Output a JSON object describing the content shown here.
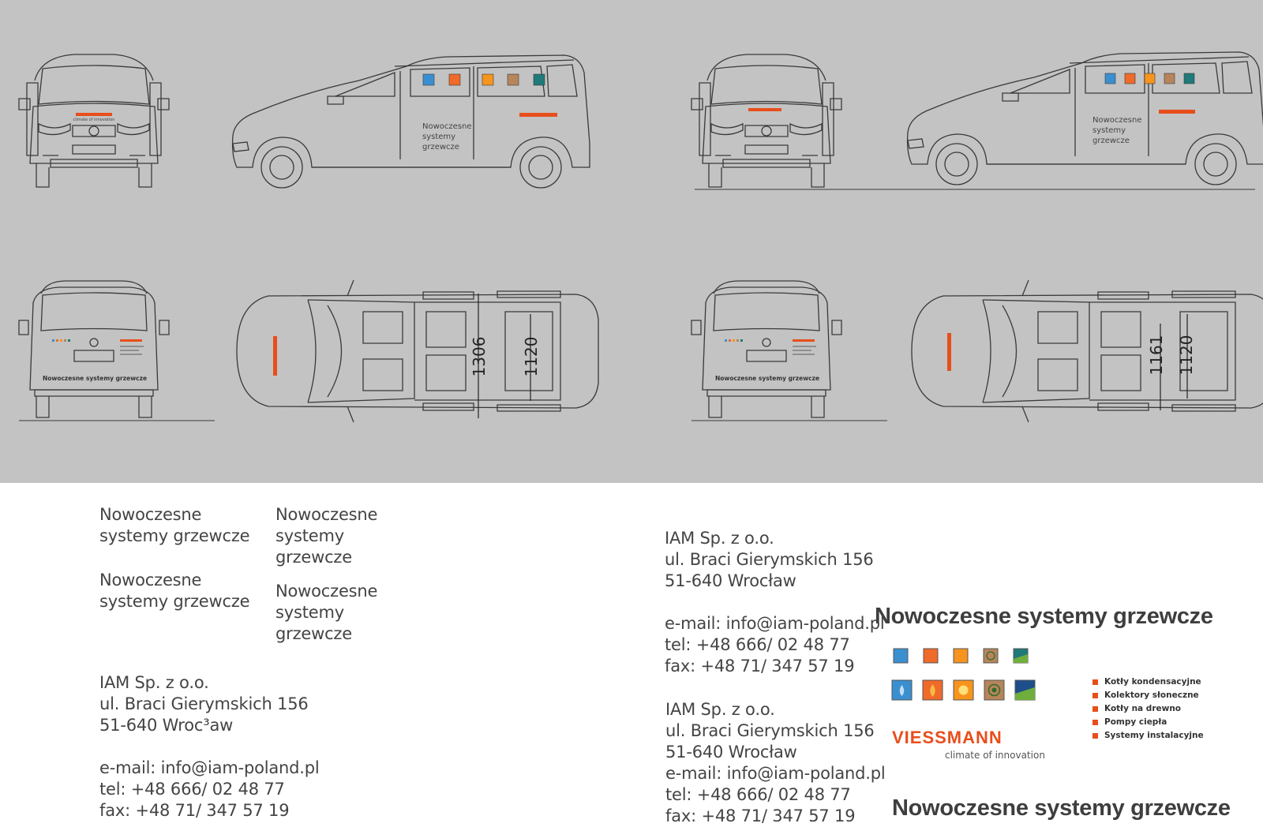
{
  "colors": {
    "background_top": "#c3c3c3",
    "line": "#3a3a3a",
    "brand_orange": "#e84e1b"
  },
  "van": {
    "side_text": "Nowoczesne\nsystemy\ngrzewcze",
    "rear_text": "Nowoczesne systemy grzewcze",
    "logo": "VIESSMANN",
    "tagline_small": "climate of innovation"
  },
  "dimensions": {
    "left": {
      "outer": "1306",
      "inner": "1120"
    },
    "right": {
      "outer": "1161",
      "inner": "1120"
    }
  },
  "text_blocks": {
    "nowo_a": "Nowoczesne\nsystemy grzewcze",
    "nowo_b": "Nowoczesne\nsystemy grzewcze",
    "nowo_c": "Nowoczesne\nsystemy\ngrzewcze",
    "nowo_d": "Nowoczesne\nsystemy\ngrzewcze",
    "address_left": "IAM Sp. z o.o.\nul. Braci Gierymskich 156\n51-640 Wroc³aw\n\ne-mail: info@iam-poland.pl\ntel: +48 666/ 02 48 77\nfax: +48 71/ 347 57 19",
    "address_mid_top": "IAM Sp. z o.o.\nul. Braci Gierymskich 156\n51-640 Wrocław\n\ne-mail: info@iam-poland.pl\ntel: +48 666/ 02 48 77\nfax: +48 71/ 347 57 19",
    "address_mid_bottom": "IAM Sp. z o.o.\nul. Braci Gierymskich 156\n51-640 Wrocław\ne-mail: info@iam-poland.pl\ntel: +48 666/ 02 48 77\nfax: +48 71/ 347 57 19"
  },
  "brand": {
    "title_top": "Nowoczesne systemy grzewcze",
    "title_bottom": "Nowoczesne systemy grzewcze",
    "logo": "VIESSMANN",
    "tagline": "climate of innovation",
    "icons": [
      "water-drop-icon",
      "flame-icon",
      "sun-icon",
      "wood-log-icon",
      "landscape-icon"
    ],
    "icon_colors": [
      "#3a8fd0",
      "#f06a2a",
      "#f7941e",
      "#b7855a",
      "#1f7a7a"
    ],
    "legend": [
      "Kotły kondensacyjne",
      "Kolektory słoneczne",
      "Kotły na drewno",
      "Pompy ciepła",
      "Systemy instalacyjne"
    ]
  }
}
